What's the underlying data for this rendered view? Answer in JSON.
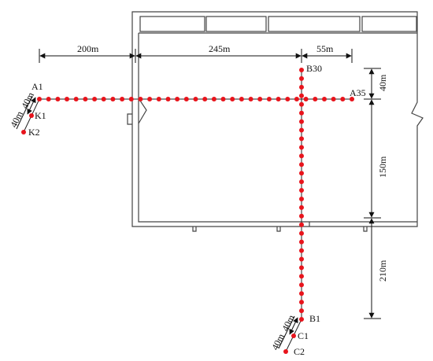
{
  "colors": {
    "point": "#e8141c",
    "line": "#222222",
    "building": "#444444",
    "background": "#ffffff"
  },
  "labels": {
    "A1": "A1",
    "A35": "A35",
    "B1": "B1",
    "B30": "B30",
    "K1": "K1",
    "K2": "K2",
    "C1": "C1",
    "C2": "C2"
  },
  "dimensions": {
    "left_span": "200m",
    "middle_span": "245m",
    "right_span": "55m",
    "top_offset": "40m",
    "middle_vertical": "150m",
    "lower_vertical": "210m",
    "k_spacing_1": "40m",
    "k_spacing_2": "40m",
    "c_spacing_1": "40m",
    "c_spacing_2": "40m"
  },
  "survey_lines": {
    "A": {
      "first": "A1",
      "last": "A35",
      "count": 35
    },
    "B": {
      "first": "B1",
      "last": "B30",
      "count": 30
    },
    "K": {
      "points": [
        "K1",
        "K2"
      ]
    },
    "C": {
      "points": [
        "C1",
        "C2"
      ]
    }
  }
}
